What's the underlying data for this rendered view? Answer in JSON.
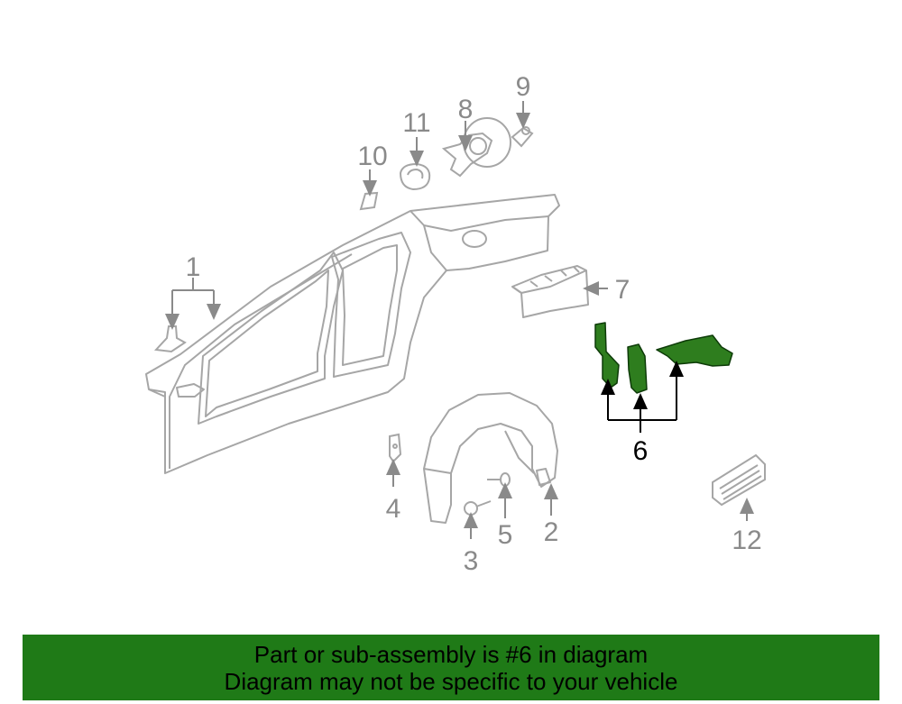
{
  "colors": {
    "outline": "#a6a6a6",
    "callout_text": "#8a8a8a",
    "highlight_fill": "#2e7d1e",
    "highlight_stroke": "#0d3b08",
    "banner_bg": "#1f7a17"
  },
  "callouts": {
    "c1": "1",
    "c2": "2",
    "c3": "3",
    "c4": "4",
    "c5": "5",
    "c6": "6",
    "c7": "7",
    "c8": "8",
    "c9": "9",
    "c10": "10",
    "c11": "11",
    "c12": "12"
  },
  "highlighted_part": "6",
  "banner": {
    "line1": "Part or sub-assembly is #6 in diagram",
    "line2": "Diagram may not be specific to your vehicle"
  }
}
